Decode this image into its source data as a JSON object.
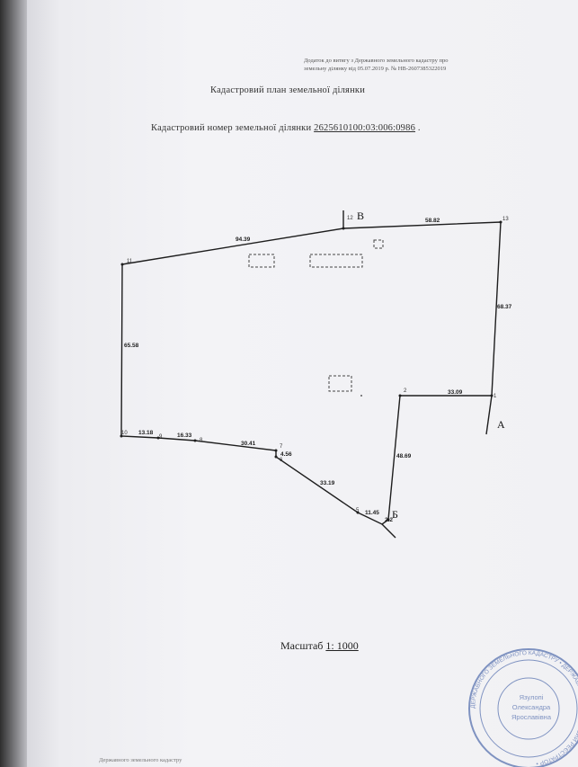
{
  "header": {
    "line1": "Додаток до витягу з Державного земельного кадастру про",
    "line2": "земельну ділянку від 05.07.2019 р. № НВ-2607385322019"
  },
  "title": "Кадастровий план земельної ділянки",
  "cadastral": {
    "label": "Кадастровий номер земельної ділянки",
    "number": "2625610100:03:006:0986",
    "tail": "."
  },
  "plan": {
    "distances": {
      "top_left": "94.39",
      "top_right": "58.82",
      "right": "68.37",
      "left": "65.58",
      "inner_h": "33.09",
      "inner_v": "48.69",
      "b10_9": "13.18",
      "b9_8": "16.33",
      "b8_7": "30.41",
      "b7_6": "4.56",
      "b6_5": "33.19",
      "b5_4": "11.45",
      "b4_3": "2.2"
    },
    "points": {
      "p1": "1",
      "p2": "2",
      "p5": "5",
      "p6": "6",
      "p7": "7",
      "p8": "8",
      "p9": "9",
      "p10": "10",
      "p11": "11",
      "p12": "12",
      "p13": "13"
    },
    "letters": {
      "a": "А",
      "b": "Б",
      "v": "В"
    }
  },
  "scale": {
    "label": "Масштаб",
    "value": "1: 1000"
  },
  "stamp": {
    "ring_text": "ДЕРЖАВНОГО ЗЕМЕЛЬНОГО КАДАСТРУ • ДЕРЖАВНИЙ КАДАСТРОВИЙ РЕЄСТРАТОР •",
    "name1": "Язулопі",
    "name2": "Олександра",
    "name3": "Ярославівна"
  },
  "footer": "Державного земельного кадастру"
}
